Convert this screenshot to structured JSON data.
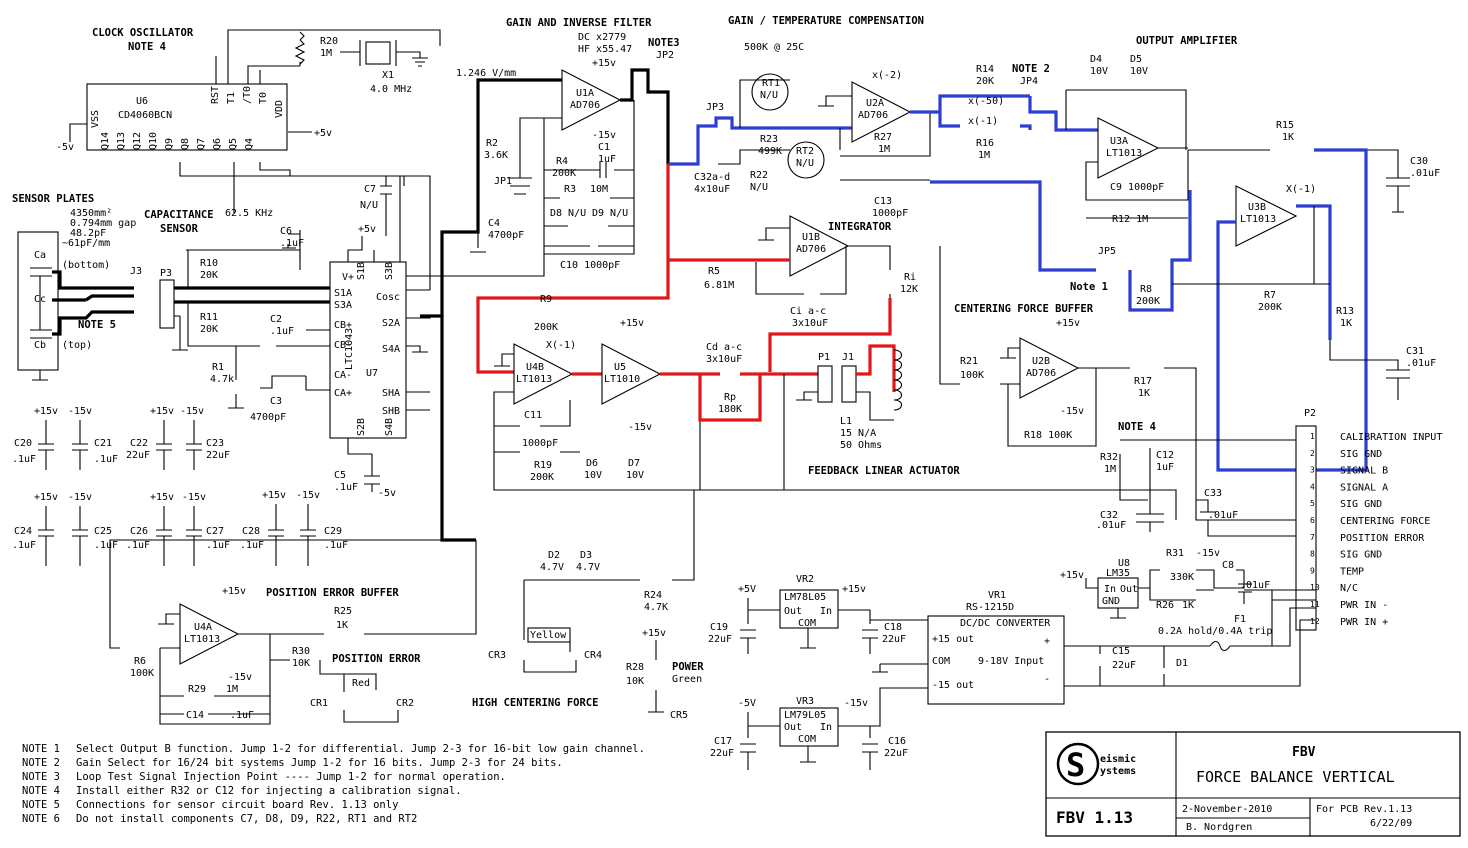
{
  "sections": {
    "clock": "CLOCK OSCILLATOR",
    "clock_note": "NOTE 4",
    "gain_filter": "GAIN AND INVERSE FILTER",
    "gain_temp": "GAIN / TEMPERATURE COMPENSATION",
    "output_amp": "OUTPUT AMPLIFIER",
    "sensor_plates": "SENSOR PLATES",
    "cap_sensor_1": "CAPACITANCE",
    "cap_sensor_2": "SENSOR",
    "integrator": "INTEGRATOR",
    "centering_buffer": "CENTERING FORCE BUFFER",
    "feedback_actuator": "FEEDBACK LINEAR ACTUATOR",
    "position_buffer": "POSITION ERROR BUFFER",
    "position_error": "POSITION ERROR",
    "high_centering": "HIGH CENTERING FORCE",
    "power": "POWER",
    "power_color": "Green"
  },
  "labels": {
    "u6": "U6",
    "u6_part": "CD4060BCN",
    "x1": "X1",
    "x1_val": "4.0 MHz",
    "r20": "R20",
    "r20_val": "1M",
    "freq": "62.5 KHz",
    "u1a": "U1A",
    "u1a_part": "AD706",
    "sens": "1.246 V/mm",
    "dc": "DC x2779",
    "hf": "HF x55.47",
    "note3": "NOTE3",
    "jp2": "JP2",
    "r2": "R2",
    "r2_val": "3.6K",
    "jp1": "JP1",
    "c4": "C4",
    "c4_val": "4700pF",
    "r4": "R4",
    "r4_val": "200K",
    "c1": "C1",
    "c1_val": "1uF",
    "r3": "R3",
    "r3_val": "10M",
    "d8": "D8 N/U",
    "d9": "D9 N/U",
    "c10": "C10 1000pF",
    "rt_temp": "500K @ 25C",
    "rt1": "RT1",
    "nu": "N/U",
    "jp3": "JP3",
    "r23": "R23",
    "r23_val": "499K",
    "rt2": "RT2",
    "r22": "R22",
    "r22_val": "N/U",
    "c32": "C32a-d",
    "c32_val": "4x10uF",
    "u2a": "U2A",
    "u2a_part": "AD706",
    "x2": "x(-2)",
    "r27": "R27",
    "r27_val": "1M",
    "c13": "C13",
    "c13_val": "1000pF",
    "r14": "R14",
    "r14_val": "20K",
    "x50": "x(-50)",
    "x1g": "x(-1)",
    "r16": "R16",
    "r16_val": "1M",
    "note2": "NOTE 2",
    "jp4": "JP4",
    "d4": "D4",
    "d4_val": "10V",
    "d5": "D5",
    "d5_val": "10V",
    "u3a": "U3A",
    "u3a_part": "LT1013",
    "c9": "C9 1000pF",
    "r12": "R12 1M",
    "r15": "R15",
    "r15_val": "1K",
    "c30": "C30",
    "c30_val": ".01uF",
    "u3b": "U3B",
    "u3b_part": "LT1013",
    "x1b": "X(-1)",
    "jp5": "JP5",
    "note1": "Note 1",
    "r8": "R8",
    "r8_val": "200K",
    "r7": "R7",
    "r7_val": "200K",
    "r13": "R13",
    "r13_val": "1K",
    "c31": "C31",
    "c31_val": ".01uF",
    "area": "4350mm²",
    "gap": "0.794mm gap",
    "pf": "48.2pF",
    "pfmm": "~61pF/mm",
    "ca": "Ca",
    "ca_pos": "(bottom)",
    "cc": "Cc",
    "cb": "Cb",
    "cb_pos": "(top)",
    "j3": "J3",
    "p3": "P3",
    "note5": "NOTE 5",
    "r10": "R10",
    "r10_val": "20K",
    "r11": "R11",
    "r11_val": "20K",
    "c6": "C6",
    "c6_val": ".1uF",
    "c7": "C7",
    "c7_val": "N/U",
    "c2": "C2",
    "c2_val": ".1uF",
    "r1": "R1",
    "r1_val": "4.7k",
    "c3": "C3",
    "c3_val": "4700pF",
    "u7": "U7",
    "u7_part": "LTC1043",
    "c5": "C5",
    "c5_val": ".1uF",
    "u1b": "U1B",
    "u1b_part": "AD706",
    "r5": "R5",
    "r5_val": "6.81M",
    "ci": "Ci a-c",
    "ci_val": "3x10uF",
    "ri": "Ri",
    "ri_val": "12K",
    "r9": "R9",
    "r9_val": "200K",
    "u4b": "U4B",
    "u4b_part": "LT1013",
    "u4b_g": "X(-1)",
    "u5": "U5",
    "u5_part": "LT1010",
    "c11": "C11",
    "c11_val": "1000pF",
    "r19": "R19",
    "r19_val": "200K",
    "d6": "D6",
    "d6_val": "10V",
    "d7": "D7",
    "d7_val": "10V",
    "cd": "Cd a-c",
    "cd_val": "3x10uF",
    "rp": "Rp",
    "rp_val": "180K",
    "p1": "P1",
    "j1": "J1",
    "l1": "L1",
    "l1_val": "15 N/A",
    "l1_ohm": "50 Ohms",
    "r21": "R21",
    "r21_val": "100K",
    "u2b": "U2B",
    "u2b_part": "AD706",
    "r17": "R17",
    "r17_val": "1K",
    "r18": "R18 100K",
    "note4": "NOTE 4",
    "r32": "R32",
    "r32_val": "1M",
    "c12": "C12",
    "c12_val": "1uF",
    "c32b": "C32",
    "c32b_val": ".01uF",
    "c33": "C33",
    "c33_val": ".01uF",
    "p2": "P2",
    "u8": "U8",
    "u8_part": "LM35",
    "r31": "R31",
    "r31_v": "-15v",
    "r31_val": "330K",
    "r26": "R26",
    "r26_val": "1K",
    "c8": "C8",
    "c8_val": ".01uF",
    "vr1": "VR1",
    "vr1_part": "RS-1215D",
    "dcdc": "DC/DC CONVERTER",
    "p15out": "+15 out",
    "com": "COM",
    "m15out": "-15 out",
    "input": "9-18V Input",
    "f1": "F1",
    "f1_val": "0.2A hold/0.4A trip",
    "c15": "C15",
    "c15_val": "22uF",
    "d1": "D1",
    "vr2": "VR2",
    "vr2_part": "LM78L05",
    "vr3": "VR3",
    "vr3_part": "LM79L05",
    "out": "Out",
    "in": "In",
    "gnd": "GND",
    "c19": "C19",
    "c18": "C18",
    "c17": "C17",
    "c16": "C16",
    "c22u": "22uF",
    "d2": "D2",
    "d3": "D3",
    "zener47": "4.7V",
    "r24": "R24",
    "r24_val": "4.7K",
    "yellow": "Yellow",
    "cr3": "CR3",
    "cr4": "CR4",
    "r28": "R28",
    "r28_val": "10K",
    "cr5": "CR5",
    "u4a": "U4A",
    "u4a_part": "LT1013",
    "r25": "R25",
    "r25_val": "1K",
    "r6": "R6",
    "r6_val": "100K",
    "r30": "R30",
    "r30_val": "10K",
    "r29": "R29",
    "r29_val": "1M",
    "c14": "C14",
    "c14_val": ".1uF",
    "red": "Red",
    "cr1": "CR1",
    "cr2": "CR2",
    "p15": "+15v",
    "m15": "-15v",
    "p5": "+5v",
    "m5": "-5v",
    "p5b": "+5V",
    "m5b": "-5V",
    "tant1": ".1uF",
    "c20": "C20",
    "c21": "C21",
    "c22": "C22",
    "c23": "C23",
    "c24": "C24",
    "c25": "C25",
    "c26": "C26",
    "c27": "C27",
    "c28": "C28",
    "c29": "C29",
    "uf22": "22uF"
  },
  "connector_p2": [
    {
      "pin": "1",
      "label": "CALIBRATION INPUT"
    },
    {
      "pin": "2",
      "label": "SIG GND"
    },
    {
      "pin": "3",
      "label": "SIGNAL B"
    },
    {
      "pin": "4",
      "label": "SIGNAL A"
    },
    {
      "pin": "5",
      "label": "SIG GND"
    },
    {
      "pin": "6",
      "label": "CENTERING FORCE"
    },
    {
      "pin": "7",
      "label": "POSITION ERROR"
    },
    {
      "pin": "8",
      "label": "SIG GND"
    },
    {
      "pin": "9",
      "label": "TEMP"
    },
    {
      "pin": "10",
      "label": "N/C"
    },
    {
      "pin": "11",
      "label": "PWR IN -"
    },
    {
      "pin": "12",
      "label": "PWR IN +"
    }
  ],
  "notes": [
    {
      "id": "NOTE 1",
      "text": "Select Output B function. Jump 1-2 for differential. Jump 2-3 for 16-bit low gain channel."
    },
    {
      "id": "NOTE 2",
      "text": "Gain Select for 16/24 bit systems  Jump 1-2 for 16 bits.  Jump 2-3 for 24 bits."
    },
    {
      "id": "NOTE 3",
      "text": "Loop Test Signal Injection Point  ----  Jump 1-2 for normal operation."
    },
    {
      "id": "NOTE 4",
      "text": "Install either R32 or C12 for injecting a calibration signal."
    },
    {
      "id": "NOTE 5",
      "text": "Connections for sensor circuit board Rev. 1.13 only"
    },
    {
      "id": "NOTE 6",
      "text": "Do not install components  C7, D8, D9, R22, RT1 and RT2"
    }
  ],
  "title_block": {
    "logo_letter": "S",
    "logo_1": "eismic",
    "logo_2": "ystems",
    "short": "FBV",
    "title": "FORCE BALANCE VERTICAL",
    "version": "FBV 1.13",
    "date": "2-November-2010",
    "author": "B. Nordgren",
    "pcb": "For PCB Rev.1.13",
    "pcb_date": "6/22/09"
  },
  "colors": {
    "blue_net": "#2d3fd0",
    "red_net": "#e01818"
  }
}
